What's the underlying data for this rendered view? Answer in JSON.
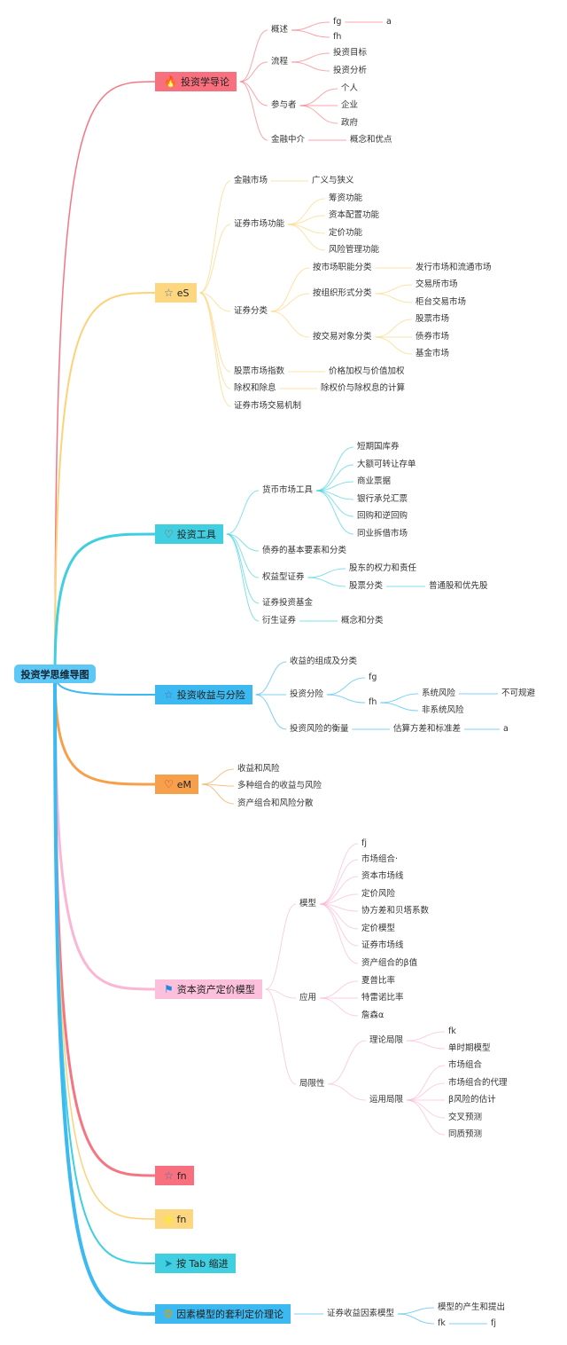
{
  "root": {
    "label": "投资学思维导图",
    "color": "#5dc8f5"
  },
  "branches": [
    {
      "label": "投资学导论",
      "icon": "fire-icon",
      "glyph": "🔥",
      "color": "#f8707e",
      "line": "#f47683",
      "children": [
        {
          "label": "概述",
          "children": [
            {
              "label": "fg",
              "children": [
                {
                  "label": "a"
                }
              ]
            },
            {
              "label": "fh"
            }
          ]
        },
        {
          "label": "流程",
          "children": [
            {
              "label": "投资目标"
            },
            {
              "label": "投资分析"
            }
          ]
        },
        {
          "label": "参与者",
          "children": [
            {
              "label": "个人"
            },
            {
              "label": "企业"
            },
            {
              "label": "政府"
            }
          ]
        },
        {
          "label": "金融中介",
          "children": [
            {
              "label": "概念和优点"
            }
          ]
        }
      ]
    },
    {
      "label": "eS",
      "icon": "star-icon",
      "glyph": "☆",
      "color": "#fdd77f",
      "line": "#fcd27a",
      "children": [
        {
          "label": "金融市场",
          "children": [
            {
              "label": "广义与狭义"
            }
          ]
        },
        {
          "label": "证券市场功能",
          "children": [
            {
              "label": "筹资功能"
            },
            {
              "label": "资本配置功能"
            },
            {
              "label": "定价功能"
            },
            {
              "label": "风险管理功能"
            }
          ]
        },
        {
          "label": "证券分类",
          "children": [
            {
              "label": "按市场职能分类",
              "children": [
                {
                  "label": "发行市场和流通市场"
                }
              ]
            },
            {
              "label": "按组织形式分类",
              "children": [
                {
                  "label": "交易所市场"
                },
                {
                  "label": "柜台交易市场"
                }
              ]
            },
            {
              "label": "按交易对象分类",
              "children": [
                {
                  "label": "股票市场"
                },
                {
                  "label": "债券市场"
                },
                {
                  "label": "基金市场"
                }
              ]
            }
          ]
        },
        {
          "label": "股票市场指数",
          "children": [
            {
              "label": "价格加权与价值加权"
            }
          ]
        },
        {
          "label": "除权和除息",
          "children": [
            {
              "label": "除权价与除权息的计算"
            }
          ]
        },
        {
          "label": "证券市场交易机制"
        }
      ]
    },
    {
      "label": "投资工具",
      "icon": "heart-icon",
      "glyph": "♡",
      "color": "#3fcfe0",
      "line": "#3fcfe0",
      "children": [
        {
          "label": "货币市场工具",
          "children": [
            {
              "label": "短期国库券"
            },
            {
              "label": "大额可转让存单"
            },
            {
              "label": "商业票据"
            },
            {
              "label": "银行承兑汇票"
            },
            {
              "label": "回购和逆回购"
            },
            {
              "label": "同业拆借市场"
            }
          ]
        },
        {
          "label": "债券的基本要素和分类"
        },
        {
          "label": "权益型证券",
          "children": [
            {
              "label": "股东的权力和责任"
            },
            {
              "label": "股票分类",
              "children": [
                {
                  "label": "普通股和优先股"
                }
              ]
            }
          ]
        },
        {
          "label": "证券投资基金"
        },
        {
          "label": "衍生证券",
          "children": [
            {
              "label": "概念和分类"
            }
          ]
        }
      ]
    },
    {
      "label": "投资收益与分险",
      "icon": "star-icon",
      "glyph": "☆",
      "color": "#3cb9f1",
      "line": "#3cb9f1",
      "children": [
        {
          "label": "收益的组成及分类"
        },
        {
          "label": "投资分险",
          "children": [
            {
              "label": "fg"
            },
            {
              "label": "fh",
              "children": [
                {
                  "label": "系统风险",
                  "children": [
                    {
                      "label": "不可规避"
                    }
                  ]
                },
                {
                  "label": "非系统风险"
                }
              ]
            }
          ]
        },
        {
          "label": "投资风险的衡量",
          "children": [
            {
              "label": "估算方差和标准差",
              "children": [
                {
                  "label": "a"
                }
              ]
            }
          ]
        }
      ]
    },
    {
      "label": "eM",
      "icon": "heart-icon",
      "glyph": "♡",
      "color": "#f7a04b",
      "line": "#f7a04b",
      "children": [
        {
          "label": "收益和风险"
        },
        {
          "label": "多种组合的收益与风险"
        },
        {
          "label": "资产组合和风险分散"
        }
      ]
    },
    {
      "label": "资本资产定价模型",
      "icon": "flag-icon",
      "glyph": "⚑",
      "color": "#fcc0dc",
      "line": "#fbb6d6",
      "children": [
        {
          "label": "模型",
          "children": [
            {
              "label": "fj"
            },
            {
              "label": "市场组合·"
            },
            {
              "label": "资本市场线"
            },
            {
              "label": "定价风险"
            },
            {
              "label": "协方差和贝塔系数"
            },
            {
              "label": "定价模型"
            },
            {
              "label": "证券市场线"
            },
            {
              "label": "资产组合的β值"
            }
          ]
        },
        {
          "label": "应用",
          "children": [
            {
              "label": "夏普比率"
            },
            {
              "label": "特雷诺比率"
            },
            {
              "label": "詹森α"
            }
          ]
        },
        {
          "label": "局限性",
          "children": [
            {
              "label": "理论局限",
              "children": [
                {
                  "label": "fk"
                },
                {
                  "label": "单时期模型"
                }
              ]
            },
            {
              "label": "运用局限",
              "children": [
                {
                  "label": "市场组合"
                },
                {
                  "label": "市场组合的代理"
                },
                {
                  "label": "β风险的估计"
                },
                {
                  "label": "交叉预测"
                },
                {
                  "label": "同质预测"
                }
              ]
            }
          ]
        }
      ]
    },
    {
      "label": "fn",
      "icon": "star-icon",
      "glyph": "☆",
      "color": "#f8707e",
      "line": "#f47683",
      "children": []
    },
    {
      "label": "fn",
      "icon": "lightbulb-icon",
      "glyph": "●",
      "color": "#fdd77f",
      "line": "#fcd27a",
      "children": []
    },
    {
      "label": "按 Tab 缩进",
      "icon": "paper-plane-icon",
      "glyph": "➤",
      "color": "#3fcfe0",
      "line": "#3fcfe0",
      "children": []
    },
    {
      "label": "因素模型的套利定价理论",
      "icon": "badge-icon",
      "glyph": "❂",
      "color": "#3cb9f1",
      "line": "#3cb9f1",
      "children": [
        {
          "label": "证券收益因素模型",
          "children": [
            {
              "label": "模型的产生和提出"
            },
            {
              "label": "fk",
              "children": [
                {
                  "label": "fj"
                }
              ]
            }
          ]
        }
      ]
    }
  ]
}
